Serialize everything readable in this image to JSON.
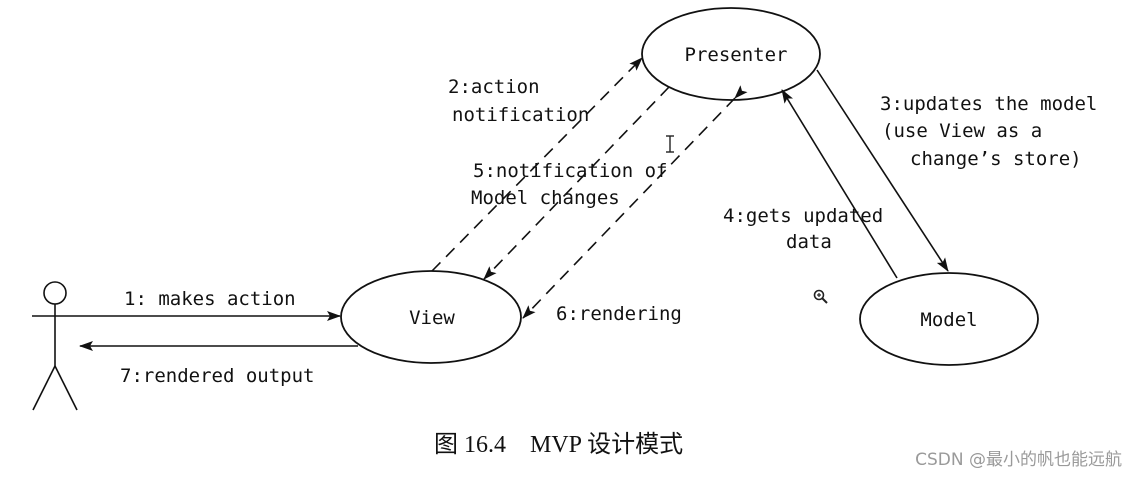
{
  "nodes": {
    "presenter": "Presenter",
    "view": "View",
    "model": "Model"
  },
  "edges": {
    "e1": "1: makes action",
    "e2_line1": "2:action",
    "e2_line2": "notification",
    "e3_line1": "3:updates the model",
    "e3_line2": "(use View as a",
    "e3_line3": "change’s store)",
    "e4_line1": "4:gets updated",
    "e4_line2": "data",
    "e5_line1": "5:notification of",
    "e5_line2": "Model changes",
    "e6": "6:rendering",
    "e7": "7:rendered output"
  },
  "caption": "图 16.4 MVP 设计模式",
  "watermark": "CSDN @最小的帆也能远航"
}
